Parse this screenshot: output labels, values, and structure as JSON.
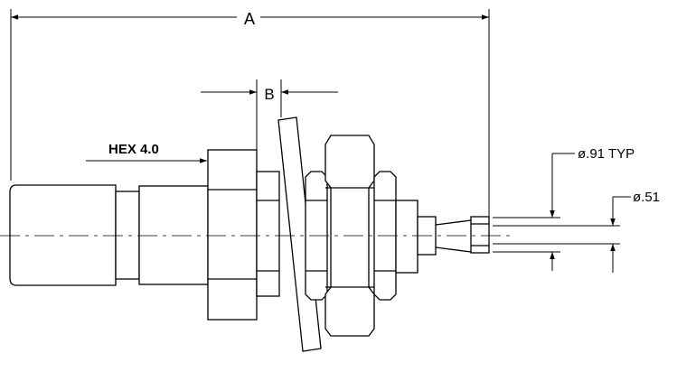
{
  "dimensions": {
    "overall_length": "A",
    "flange_thickness": "B",
    "hex_callout": "HEX 4.0",
    "wire_outer_diameter": "ø.91 TYP",
    "wire_inner_diameter": "ø.51"
  }
}
